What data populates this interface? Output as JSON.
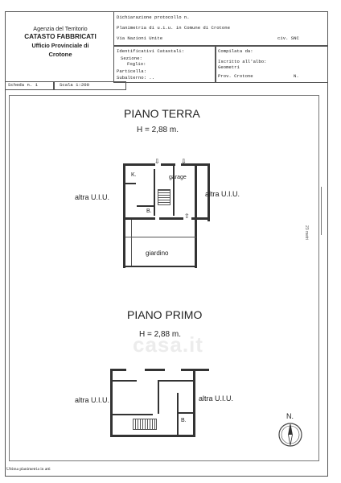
{
  "agency": {
    "line1": "Agenzia del Territorio",
    "line2": "CATASTO FABBRICATI",
    "line3": "Ufficio Provinciale di",
    "line4": "Crotone"
  },
  "declaration": {
    "protocol": "Dichiarazione protocollo n.",
    "plan": "Planimetria di u.i.u. in Comune di Crotone",
    "address": "Via Nazioni Unite",
    "civ": "civ. SNC"
  },
  "cadastral": {
    "title": "Identificativi Catastali:",
    "section": "Sezione:",
    "sheet": "Foglio:",
    "parcel": "Particella:",
    "subordinate": "Subalterno: .."
  },
  "compiled": {
    "title": "Compilata da:",
    "registered": "Iscritto all'albo:",
    "profession": "Geometri",
    "prov": "Prov. Crotone",
    "number": "N."
  },
  "sheet_info": {
    "scheda": "Scheda n. 1",
    "scale": "Scala 1:200"
  },
  "ground_floor": {
    "title": "PIANO TERRA",
    "height": "H = 2,88 m.",
    "left_uiu": "altra U.I.U.",
    "right_uiu": "altra U.I.U.",
    "kitchen": "K.",
    "garage": "garage",
    "bath": "B.",
    "garden": "giardino"
  },
  "first_floor": {
    "title": "PIANO PRIMO",
    "height": "H = 2,88 m.",
    "left_uiu": "altra U.I.U.",
    "right_uiu": "altra U.I.U.",
    "bath": "B."
  },
  "compass": {
    "north": "N."
  },
  "watermark": "casa.it",
  "footer": "Ultima planimetria in atti",
  "margin_text": "23 metri"
}
